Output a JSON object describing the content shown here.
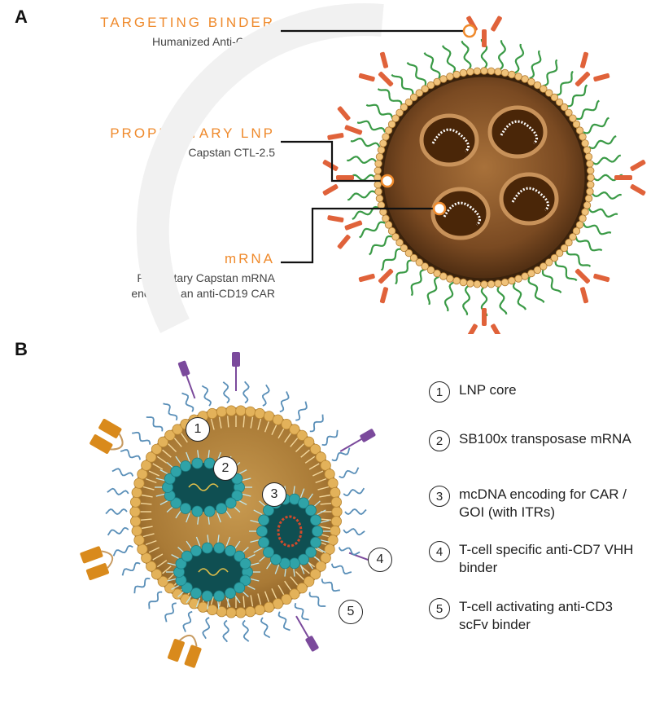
{
  "panel_a": {
    "letter": "A",
    "labels": [
      {
        "title": "TARGETING BINDER",
        "sub": [
          "Humanized Anti-CD8 Ab"
        ]
      },
      {
        "title": "PROPRIETARY LNP",
        "sub": [
          "Capstan CTL-2.5"
        ]
      },
      {
        "title": "mRNA",
        "sub": [
          "Proprietary Capstan mRNA",
          "encoding an anti-CD19 CAR"
        ]
      }
    ]
  },
  "panel_b": {
    "letter": "B",
    "legend": [
      {
        "num": "1",
        "text": "LNP core"
      },
      {
        "num": "2",
        "text": "SB100x transposase mRNA"
      },
      {
        "num": "3",
        "text": "mcDNA encoding for CAR / GOI (with ITRs)"
      },
      {
        "num": "4",
        "text": "T-cell specific anti-CD7 VHH binder"
      },
      {
        "num": "5",
        "text": "T-cell activating anti-CD3 scFv binder"
      }
    ]
  },
  "colors": {
    "accent_orange": "#ef8a2c",
    "lipid_gold": "#e3b25a",
    "core_brown": "#7a4a22",
    "peg_green": "#3a9a46",
    "antibody_orange": "#e0623a",
    "vhh_purple": "#7b4a9c",
    "scfv_orange": "#d98a1c",
    "teal": "#2fa3a8"
  }
}
